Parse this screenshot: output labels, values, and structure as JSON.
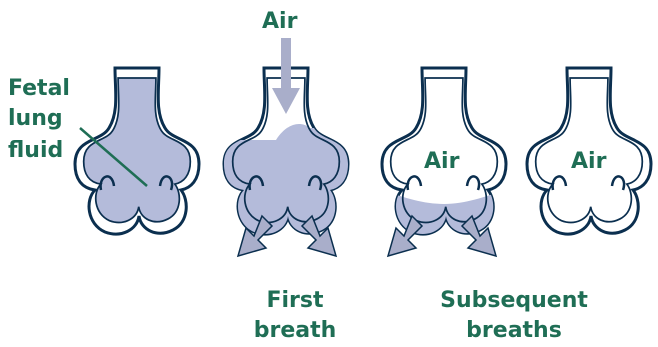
{
  "labels": {
    "fetal_line1": "Fetal",
    "fetal_line2": "lung",
    "fetal_line3": "fluid",
    "air_arrow": "Air",
    "air_alveolus_3": "Air",
    "air_alveolus_4": "Air",
    "first_line1": "First",
    "first_line2": "breath",
    "subsequent_line1": "Subsequent",
    "subsequent_line2": "breaths"
  },
  "colors": {
    "text": "#1f6e55",
    "outline": "#0b2f4f",
    "fluid": "#b4bbda",
    "arrow": "#a9aeca",
    "white": "#ffffff"
  },
  "stages": [
    {
      "name": "fetal",
      "fluid_level": 1.0
    },
    {
      "name": "first-breath",
      "fluid_level": 0.8
    },
    {
      "name": "subsequent-breath",
      "fluid_level": 0.15
    },
    {
      "name": "air-filled",
      "fluid_level": 0.0
    }
  ]
}
